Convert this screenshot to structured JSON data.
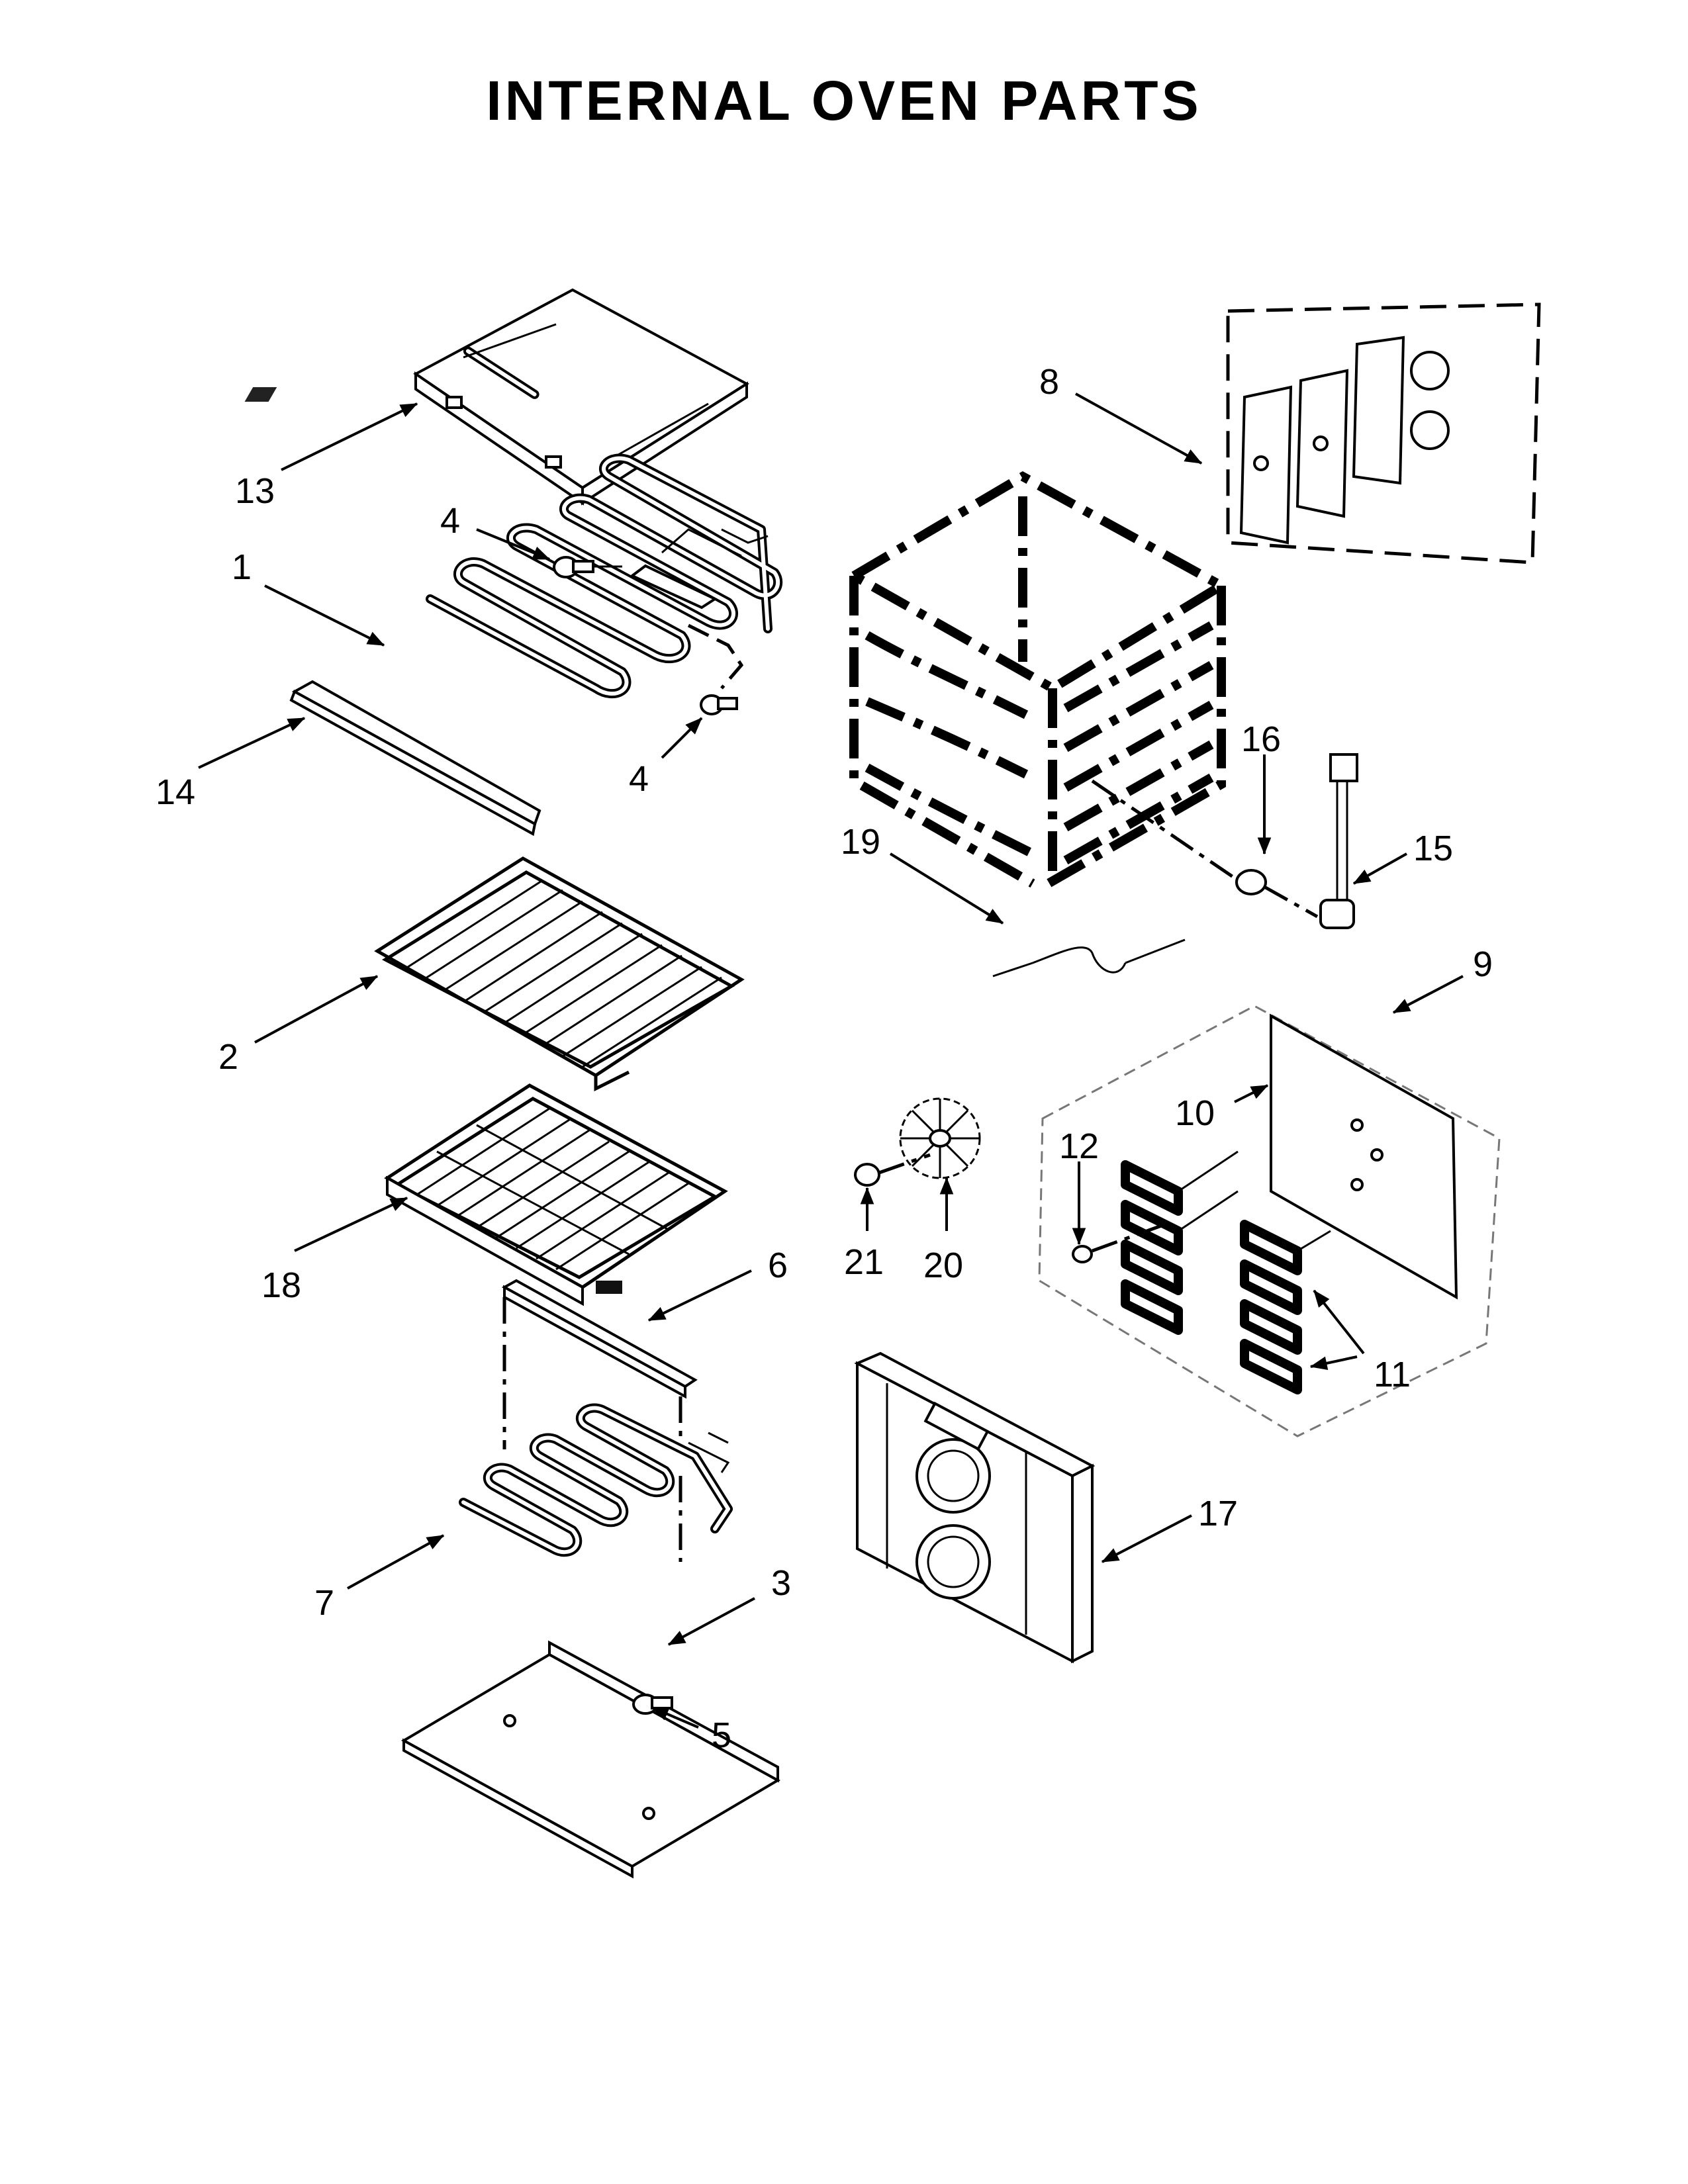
{
  "title": "INTERNAL OVEN PARTS",
  "callouts": {
    "c1": "1",
    "c2": "2",
    "c3": "3",
    "c4a": "4",
    "c4b": "4",
    "c5": "5",
    "c6": "6",
    "c7": "7",
    "c8": "8",
    "c9": "9",
    "c10": "10",
    "c11": "11",
    "c12": "12",
    "c13": "13",
    "c14": "14",
    "c15": "15",
    "c16": "16",
    "c17": "17",
    "c18": "18",
    "c19": "19",
    "c20": "20",
    "c21": "21"
  }
}
